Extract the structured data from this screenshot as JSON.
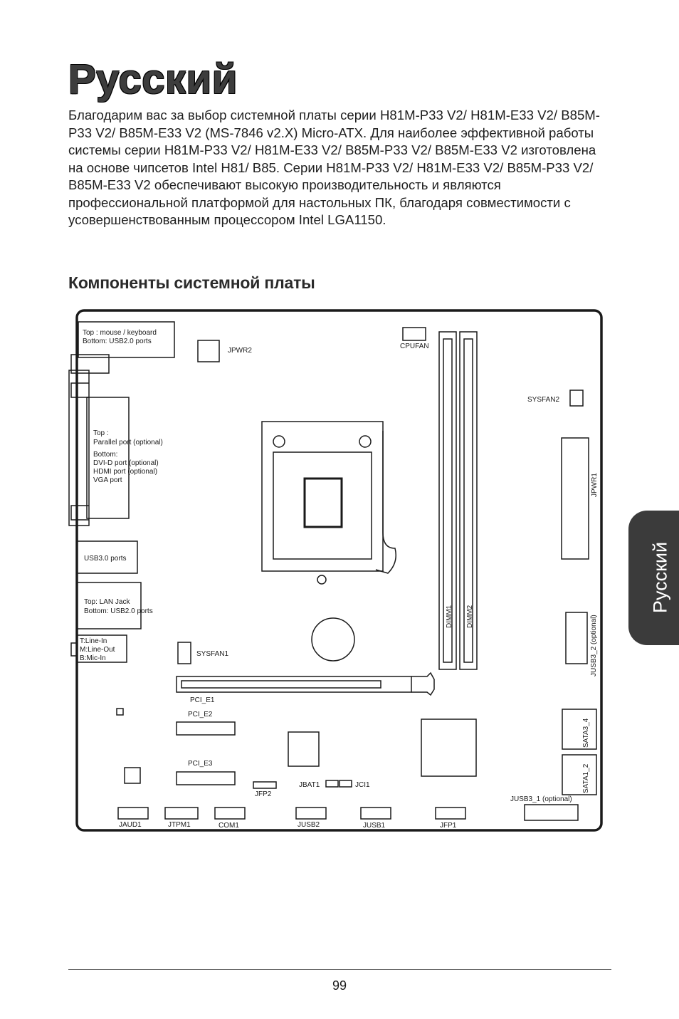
{
  "page": {
    "title": "Русский",
    "intro": "Благодарим вас за выбор системной платы серии H81M-P33 V2/ H81M-E33 V2/ B85M-P33 V2/ B85M-E33 V2 (MS-7846 v2.X) Micro-ATX. Для наиболее эффективной работы системы серии H81M-P33 V2/ H81M-E33 V2/ B85M-P33 V2/ B85M-E33 V2 изготовлена на основе чипсетов Intel H81/ B85. Серии H81M-P33 V2/ H81M-E33 V2/ B85M-P33 V2/ B85M-E33 V2 обеспечивают высокую производительность и являются профессиональной платформой для настольных ПК, благодаря совместимости с усовершенствованным процессором Intel LGA1150.",
    "section_heading": "Компоненты системной платы",
    "side_tab": "Русский",
    "page_number": "99"
  },
  "board": {
    "io_ps2_lines": [
      "Top : mouse / keyboard",
      "Bottom: USB2.0 ports"
    ],
    "io_parallel_lines": [
      "Top :",
      "Parallel port (optional)",
      "Bottom:",
      "DVI-D port (optional)",
      "HDMI port (optional)",
      "VGA port"
    ],
    "io_usb3": "USB3.0 ports",
    "io_lan_lines": [
      "Top: LAN Jack",
      "Bottom: USB2.0 ports"
    ],
    "io_audio_lines": [
      "T:Line-In",
      "M:Line-Out",
      "B:Mic-In"
    ],
    "jpwr2": "JPWR2",
    "cpufan": "CPUFAN",
    "sysfan2": "SYSFAN2",
    "jpwr1": "JPWR1",
    "dimm1": "DIMM1",
    "dimm2": "DIMM2",
    "jusb3_2": "JUSB3_2 (optional)",
    "sysfan1": "SYSFAN1",
    "pci_e1": "PCI_E1",
    "pci_e2": "PCI_E2",
    "pci_e3": "PCI_E3",
    "sata3_4": "SATA3_4",
    "sata1_2": "SATA1_2",
    "jfp2": "JFP2",
    "jbat1": "JBAT1",
    "jci1": "JCI1",
    "jusb3_1": "JUSB3_1 (optional)",
    "jaud1": "JAUD1",
    "jtpm1": "JTPM1",
    "com1": "COM1",
    "jusb2": "JUSB2",
    "jusb1": "JUSB1",
    "jfp1": "JFP1"
  }
}
